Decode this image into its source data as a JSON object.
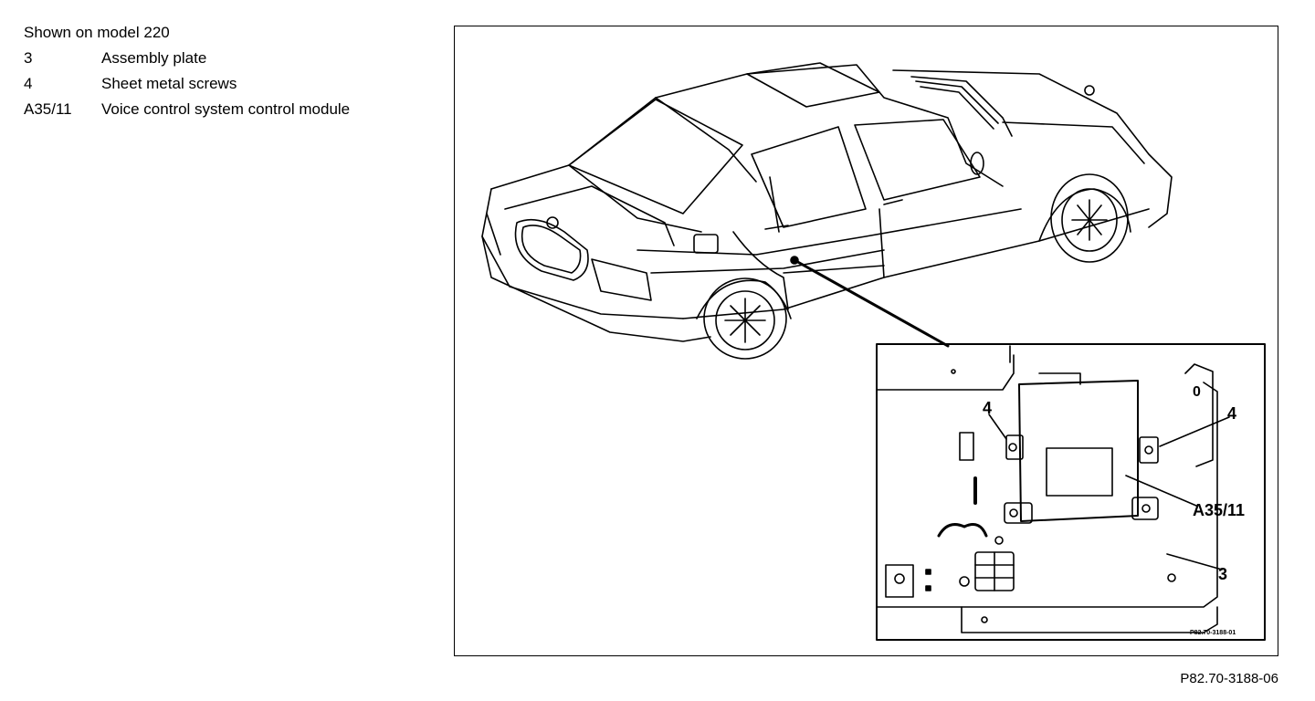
{
  "legend": {
    "title": "Shown on model 220",
    "items": [
      {
        "code": "3",
        "text": "Assembly plate"
      },
      {
        "code": "4",
        "text": "Sheet metal screws"
      },
      {
        "code": "A35/11",
        "text": "Voice control system control module"
      }
    ]
  },
  "callouts": {
    "screw_left": "4",
    "screw_right": "4",
    "module": "A35/11",
    "plate": "3"
  },
  "inset_ref": "P82.70-3188-01",
  "doc_ref": "P82.70-3188-06"
}
